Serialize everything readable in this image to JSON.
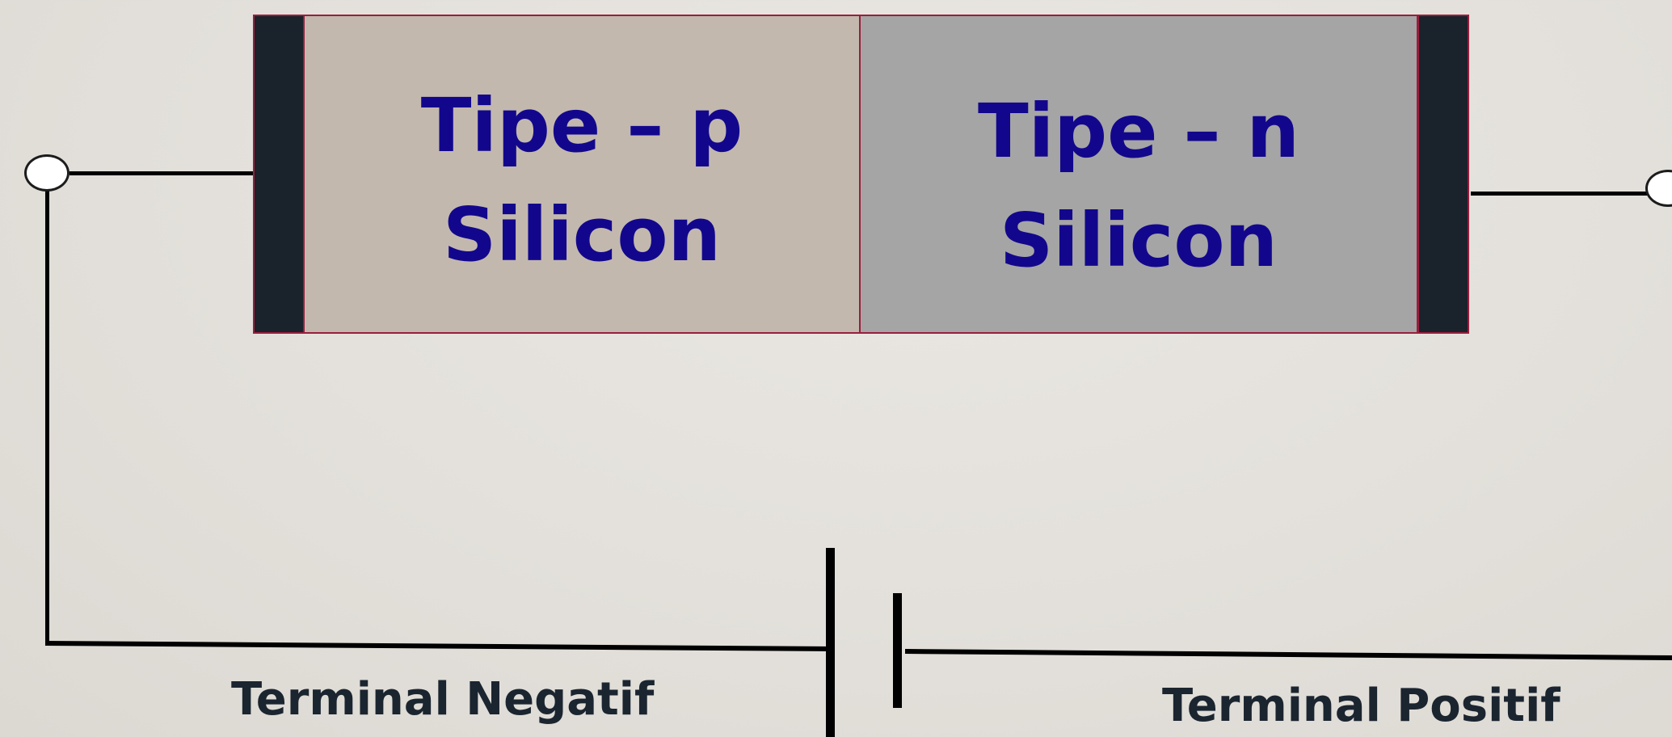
{
  "diagram": {
    "p_region": {
      "line1": "Tipe – p",
      "line2": "Silicon"
    },
    "n_region": {
      "line1": "Tipe – n",
      "line2": "Silicon"
    },
    "terminals": {
      "negative_label": "Terminal Negatif",
      "positive_label": "Terminal Positif"
    },
    "colors": {
      "p_region": "#c3b8ae",
      "n_region": "#a5a5a5",
      "electrode": "#1a222b",
      "outline": "#9a1e3c",
      "region_text": "#12078c",
      "terminal_text": "#1b2530"
    }
  }
}
